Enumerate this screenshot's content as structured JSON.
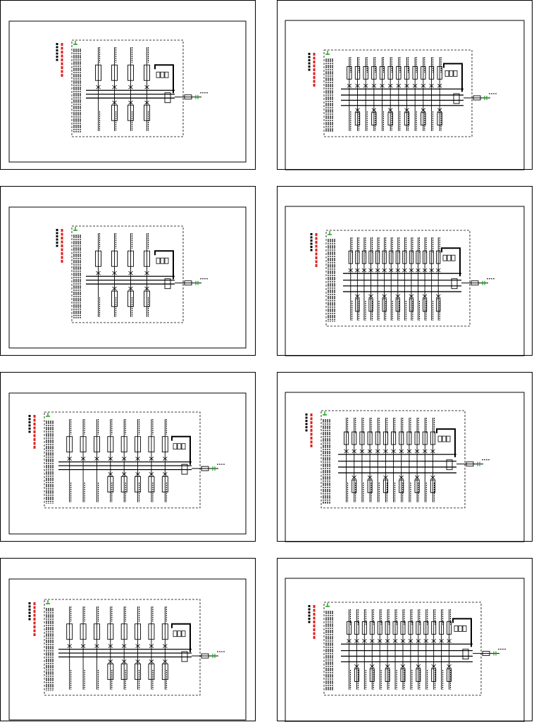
{
  "page": {
    "background": "#ffffff"
  },
  "colors": {
    "line": "#000000",
    "title_red": "#e02020",
    "earth_green": "#1aa31a"
  },
  "sheets": [
    {
      "id": "sheet-1",
      "feeders": 4,
      "single_bus": true,
      "dense": false
    },
    {
      "id": "sheet-2",
      "feeders": 12,
      "single_bus": false,
      "dense": true
    },
    {
      "id": "sheet-3",
      "feeders": 4,
      "single_bus": true,
      "dense": false
    },
    {
      "id": "sheet-4",
      "feeders": 14,
      "single_bus": false,
      "dense": true
    },
    {
      "id": "sheet-5",
      "feeders": 8,
      "single_bus": true,
      "dense": false
    },
    {
      "id": "sheet-6",
      "feeders": 12,
      "single_bus": false,
      "dense": true
    },
    {
      "id": "sheet-7",
      "feeders": 8,
      "single_bus": true,
      "dense": false
    },
    {
      "id": "sheet-8",
      "feeders": 14,
      "single_bus": false,
      "dense": true
    }
  ]
}
